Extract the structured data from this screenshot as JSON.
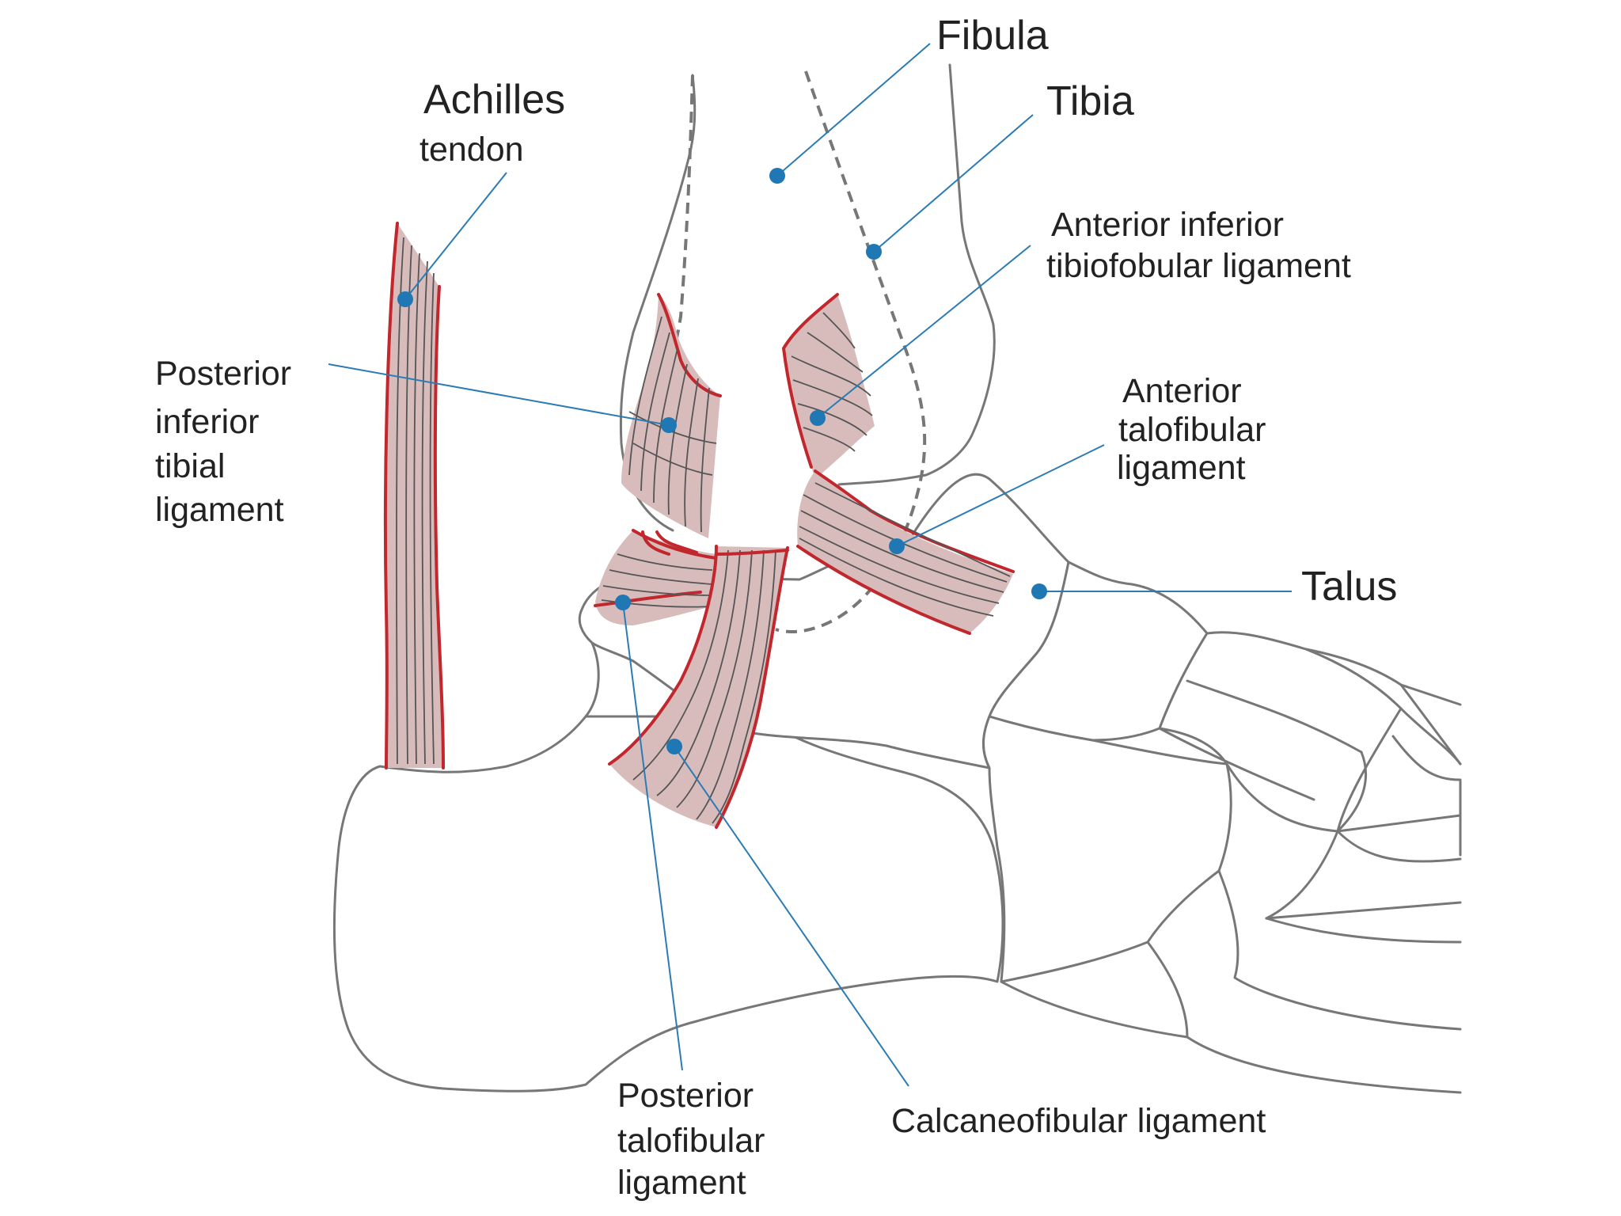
{
  "labels": {
    "fibula": "Fibula",
    "tibia": "Tibia",
    "achilles_line1": "Achilles",
    "achilles_line2": "tendon",
    "aitfl_line1": "Anterior inferior",
    "aitfl_line2": "tibiofobular ligament",
    "pitl_line1": "Posterior",
    "pitl_line2": "inferior",
    "pitl_line3": "tibial",
    "pitl_line4": "ligament",
    "atfl_line1": "Anterior",
    "atfl_line2": "talofibular",
    "atfl_line3": "ligament",
    "talus": "Talus",
    "ptfl_line1": "Posterior",
    "ptfl_line2": "talofibular",
    "ptfl_line3": "ligament",
    "cfl": "Calcaneofibular ligament"
  },
  "colors": {
    "bone_outline": "#777777",
    "ligament_fill": "#d8bcbc",
    "ligament_edge": "#c1272d",
    "leader_line": "#2b7bb5",
    "marker_dot": "#1f78b4"
  }
}
